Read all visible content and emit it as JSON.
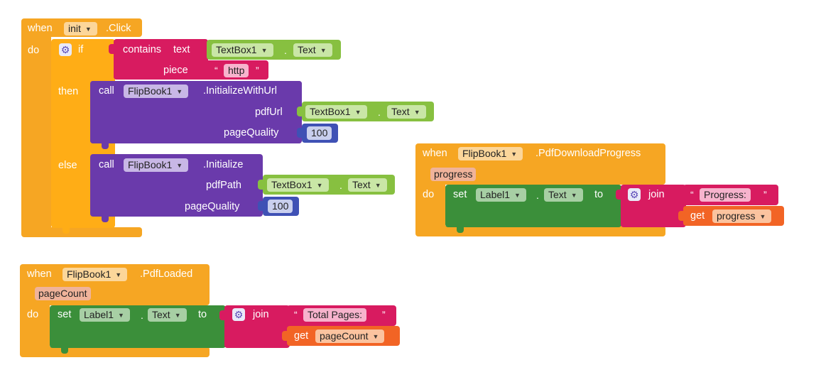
{
  "block1": {
    "when": "when",
    "component": "init",
    "event": ".Click",
    "do": "do",
    "if": "if",
    "contains": "contains",
    "text": "text",
    "piece": "piece",
    "textbox": "TextBox1",
    "textbox_prop": "Text",
    "http": "http",
    "then": "then",
    "else": "else",
    "call": "call",
    "flipbook": "FlipBook1",
    "init_with_url": ".InitializeWithUrl",
    "pdf_url": "pdfUrl",
    "page_quality": "pageQuality",
    "quality_value": "100",
    "initialize": ".Initialize",
    "pdf_path": "pdfPath"
  },
  "block2": {
    "when": "when",
    "component": "FlipBook1",
    "event": ".PdfDownloadProgress",
    "param": "progress",
    "do": "do",
    "set": "set",
    "label": "Label1",
    "label_prop": "Text",
    "to": "to",
    "join": "join",
    "string": "Progress:",
    "get": "get",
    "get_var": "progress"
  },
  "block3": {
    "when": "when",
    "component": "FlipBook1",
    "event": ".PdfLoaded",
    "param": "pageCount",
    "do": "do",
    "set": "set",
    "label": "Label1",
    "label_prop": "Text",
    "to": "to",
    "join": "join",
    "string": "Total Pages:",
    "get": "get",
    "get_var": "pageCount"
  },
  "colors": {
    "event": "#f6a623",
    "control": "#ffad16",
    "text": "#d81b60",
    "component": "#87c040",
    "call": "#6a3aab",
    "math": "#3f51b5",
    "setter": "#3b8f3a",
    "getter": "#f26425"
  },
  "icons": {
    "mutator": "gear-icon",
    "dropdown": "chevron-down-icon",
    "quote": "quote-icon"
  }
}
